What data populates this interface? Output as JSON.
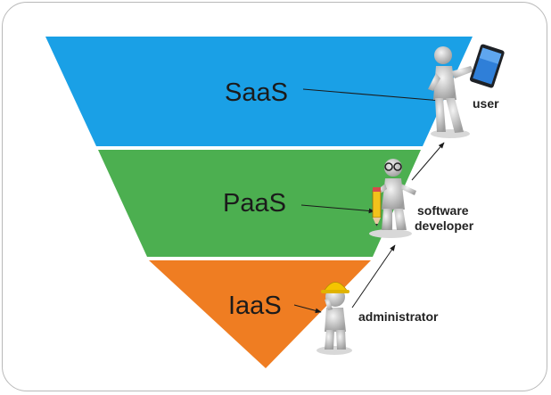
{
  "layers": [
    {
      "label": "SaaS",
      "color": "#1aa0e6"
    },
    {
      "label": "PaaS",
      "color": "#4caf50"
    },
    {
      "label": "IaaS",
      "color": "#ef7d22"
    }
  ],
  "roles": {
    "user": {
      "label": "user",
      "icon": "tablet-user-figure-icon"
    },
    "developer": {
      "line1": "software",
      "line2": "developer",
      "icon": "pencil-developer-figure-icon"
    },
    "administrator": {
      "label": "administrator",
      "icon": "hardhat-admin-figure-icon"
    }
  }
}
